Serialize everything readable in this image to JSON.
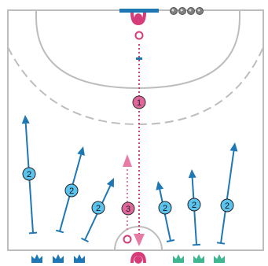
{
  "colors": {
    "court_line": "#bdbdbd",
    "blue": "#1f77b4",
    "blue_fill": "#5bc4ee",
    "pink": "#d63c7a",
    "pink_fill": "#e0659a",
    "pink_arrow": "#e87aa6",
    "teal": "#3fb592",
    "ball": "#808080"
  },
  "labels": {
    "player_1": "1",
    "player_2": "2",
    "player_3": "3"
  },
  "icons": {
    "goalkeeper": "goalkeeper-icon",
    "cone": "cone-icon",
    "ball": "ball-icon",
    "team_marker": "crown-marker-icon"
  },
  "counts": {
    "balls": 4,
    "blue_markers": 3,
    "teal_markers": 3
  }
}
